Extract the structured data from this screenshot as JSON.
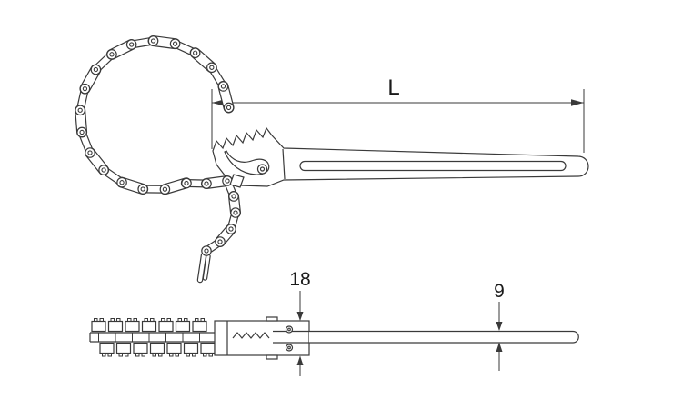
{
  "labels": {
    "L": "L",
    "head_height": "18",
    "handle_thickness": "9"
  },
  "colors": {
    "line": "#3a3a3a",
    "background": "#ffffff"
  }
}
